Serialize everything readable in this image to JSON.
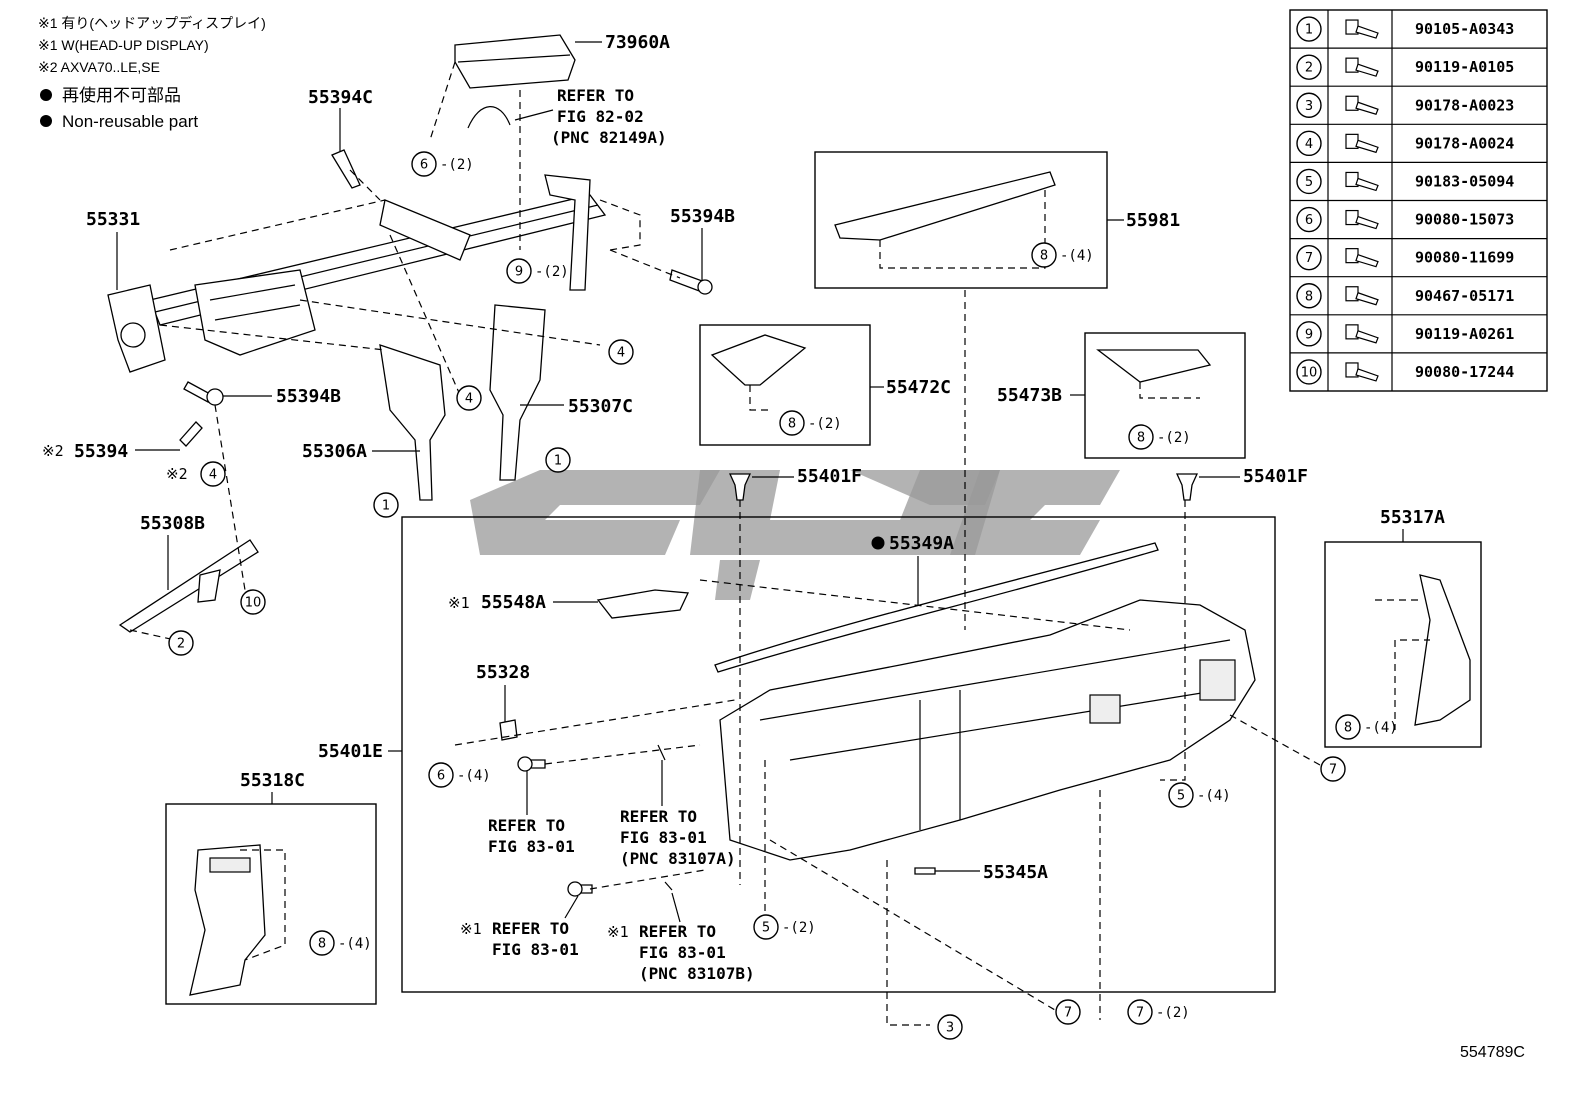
{
  "notes": {
    "line1": "※1 有り(ヘッドアップディスプレイ)",
    "line2": "※1 W(HEAD-UP DISPLAY)",
    "line3": "※2 AXVA70..LE,SE",
    "line4": "再使用不可部品",
    "line5": "Non-reusable part"
  },
  "labels": {
    "p73960A": "73960A",
    "p55394C": "55394C",
    "p55331": "55331",
    "p55394B_top": "55394B",
    "p55394B_left": "55394B",
    "p55394": "55394",
    "p55394_mark": "※2",
    "p55306A": "55306A",
    "p55307C": "55307C",
    "p55308B": "55308B",
    "p55981": "55981",
    "p55472C": "55472C",
    "p55473B": "55473B",
    "p55401F_left": "55401F",
    "p55401F_right": "55401F",
    "p55317A": "55317A",
    "p55349A": "55349A",
    "p55548A": "55548A",
    "p55548A_mark": "※1",
    "p55328": "55328",
    "p55401E": "55401E",
    "p55318C": "55318C",
    "p55345A": "55345A",
    "mark2_small": "※2"
  },
  "refers": {
    "r1": [
      "REFER TO",
      "FIG 82-02",
      "(PNC 82149A)"
    ],
    "r2": [
      "REFER TO",
      "FIG 83-01"
    ],
    "r3": [
      "REFER TO",
      "FIG 83-01",
      "(PNC 83107A)"
    ],
    "r4_mark": "※1",
    "r4": [
      "REFER TO",
      "FIG 83-01"
    ],
    "r5_mark": "※1",
    "r5": [
      "REFER TO",
      "FIG 83-01",
      "(PNC 83107B)"
    ]
  },
  "callouts": [
    {
      "num": "6",
      "qty": "-(2)"
    },
    {
      "num": "9",
      "qty": "-(2)"
    },
    {
      "num": "4",
      "qty": ""
    },
    {
      "num": "4",
      "qty": ""
    },
    {
      "num": "1",
      "qty": ""
    },
    {
      "num": "1",
      "qty": ""
    },
    {
      "num": "4",
      "qty": ""
    },
    {
      "num": "10",
      "qty": ""
    },
    {
      "num": "2",
      "qty": ""
    },
    {
      "num": "8",
      "qty": "-(4)"
    },
    {
      "num": "8",
      "qty": "-(2)"
    },
    {
      "num": "8",
      "qty": "-(2)"
    },
    {
      "num": "8",
      "qty": "-(4)"
    },
    {
      "num": "7",
      "qty": ""
    },
    {
      "num": "6",
      "qty": "-(4)"
    },
    {
      "num": "5",
      "qty": "-(4)"
    },
    {
      "num": "8",
      "qty": "-(4)"
    },
    {
      "num": "5",
      "qty": "-(2)"
    },
    {
      "num": "7",
      "qty": ""
    },
    {
      "num": "7",
      "qty": "-(2)"
    },
    {
      "num": "3",
      "qty": ""
    }
  ],
  "fastener_table": [
    {
      "num": "1",
      "code": "90105-A0343"
    },
    {
      "num": "2",
      "code": "90119-A0105"
    },
    {
      "num": "3",
      "code": "90178-A0023"
    },
    {
      "num": "4",
      "code": "90178-A0024"
    },
    {
      "num": "5",
      "code": "90183-05094"
    },
    {
      "num": "6",
      "code": "90080-15073"
    },
    {
      "num": "7",
      "code": "90080-11699"
    },
    {
      "num": "8",
      "code": "90467-05171"
    },
    {
      "num": "9",
      "code": "90119-A0261"
    },
    {
      "num": "10",
      "code": "90080-17244"
    }
  ],
  "footer": "554789C"
}
